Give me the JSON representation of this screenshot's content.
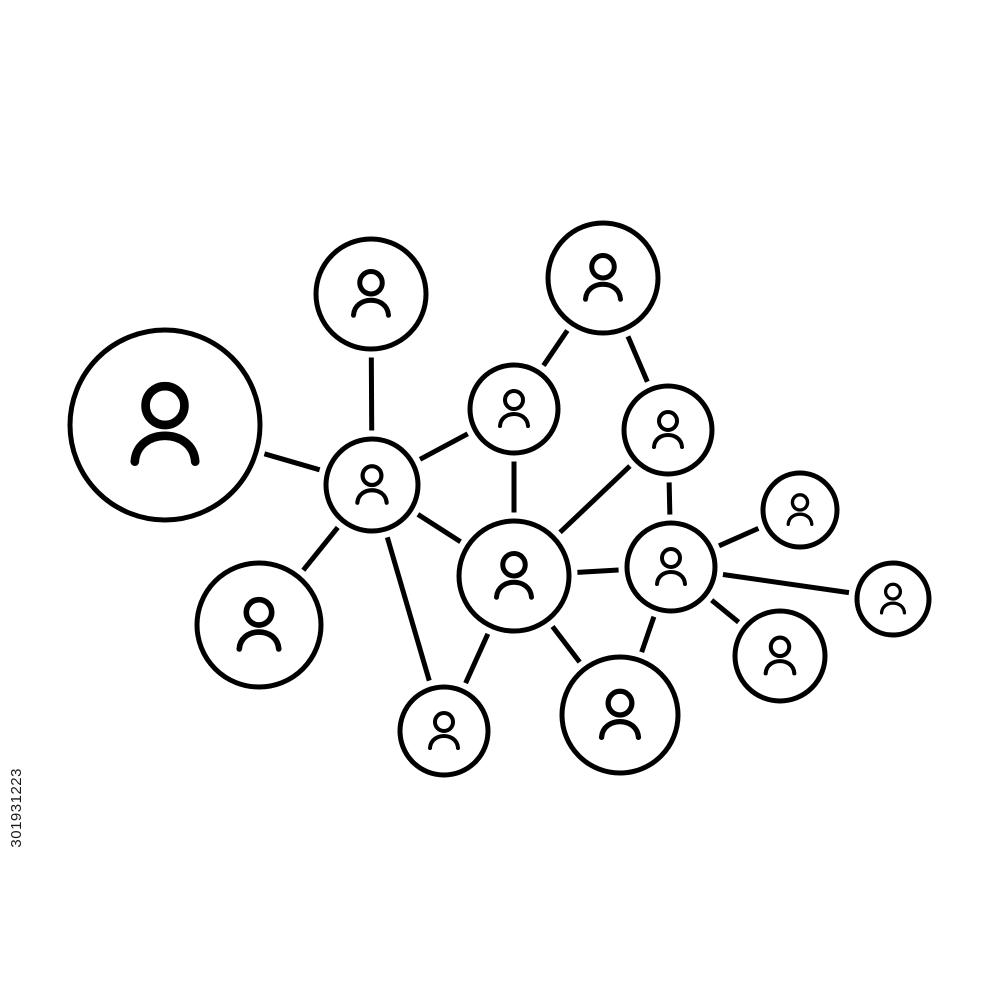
{
  "diagram": {
    "stroke_color": "#000000",
    "background_color": "#ffffff",
    "node_icon": "user-icon",
    "nodes": [
      {
        "id": "n1",
        "name": "person-node-large-left"
      },
      {
        "id": "n2",
        "name": "person-node-top"
      },
      {
        "id": "n3",
        "name": "person-node-hub-left"
      },
      {
        "id": "n4",
        "name": "person-node-bottom-left"
      },
      {
        "id": "n5",
        "name": "person-node-bottom"
      },
      {
        "id": "n6",
        "name": "person-node-top-center"
      },
      {
        "id": "n7",
        "name": "person-node-top-right"
      },
      {
        "id": "n8",
        "name": "person-node-upper-right"
      },
      {
        "id": "n9",
        "name": "person-node-center"
      },
      {
        "id": "n10",
        "name": "person-node-bottom-center"
      },
      {
        "id": "n11",
        "name": "person-node-hub-right"
      },
      {
        "id": "n12",
        "name": "person-node-small-right-top"
      },
      {
        "id": "n13",
        "name": "person-node-small-far-right"
      },
      {
        "id": "n14",
        "name": "person-node-lower-right"
      }
    ],
    "edges": [
      [
        "n1",
        "n3"
      ],
      [
        "n2",
        "n3"
      ],
      [
        "n3",
        "n6"
      ],
      [
        "n3",
        "n4"
      ],
      [
        "n3",
        "n5"
      ],
      [
        "n3",
        "n9"
      ],
      [
        "n6",
        "n7"
      ],
      [
        "n6",
        "n9"
      ],
      [
        "n7",
        "n8"
      ],
      [
        "n8",
        "n9"
      ],
      [
        "n8",
        "n11"
      ],
      [
        "n9",
        "n11"
      ],
      [
        "n9",
        "n5"
      ],
      [
        "n9",
        "n10"
      ],
      [
        "n11",
        "n10"
      ],
      [
        "n11",
        "n12"
      ],
      [
        "n11",
        "n13"
      ],
      [
        "n11",
        "n14"
      ]
    ]
  },
  "watermark": {
    "stock_id": "301931223"
  }
}
